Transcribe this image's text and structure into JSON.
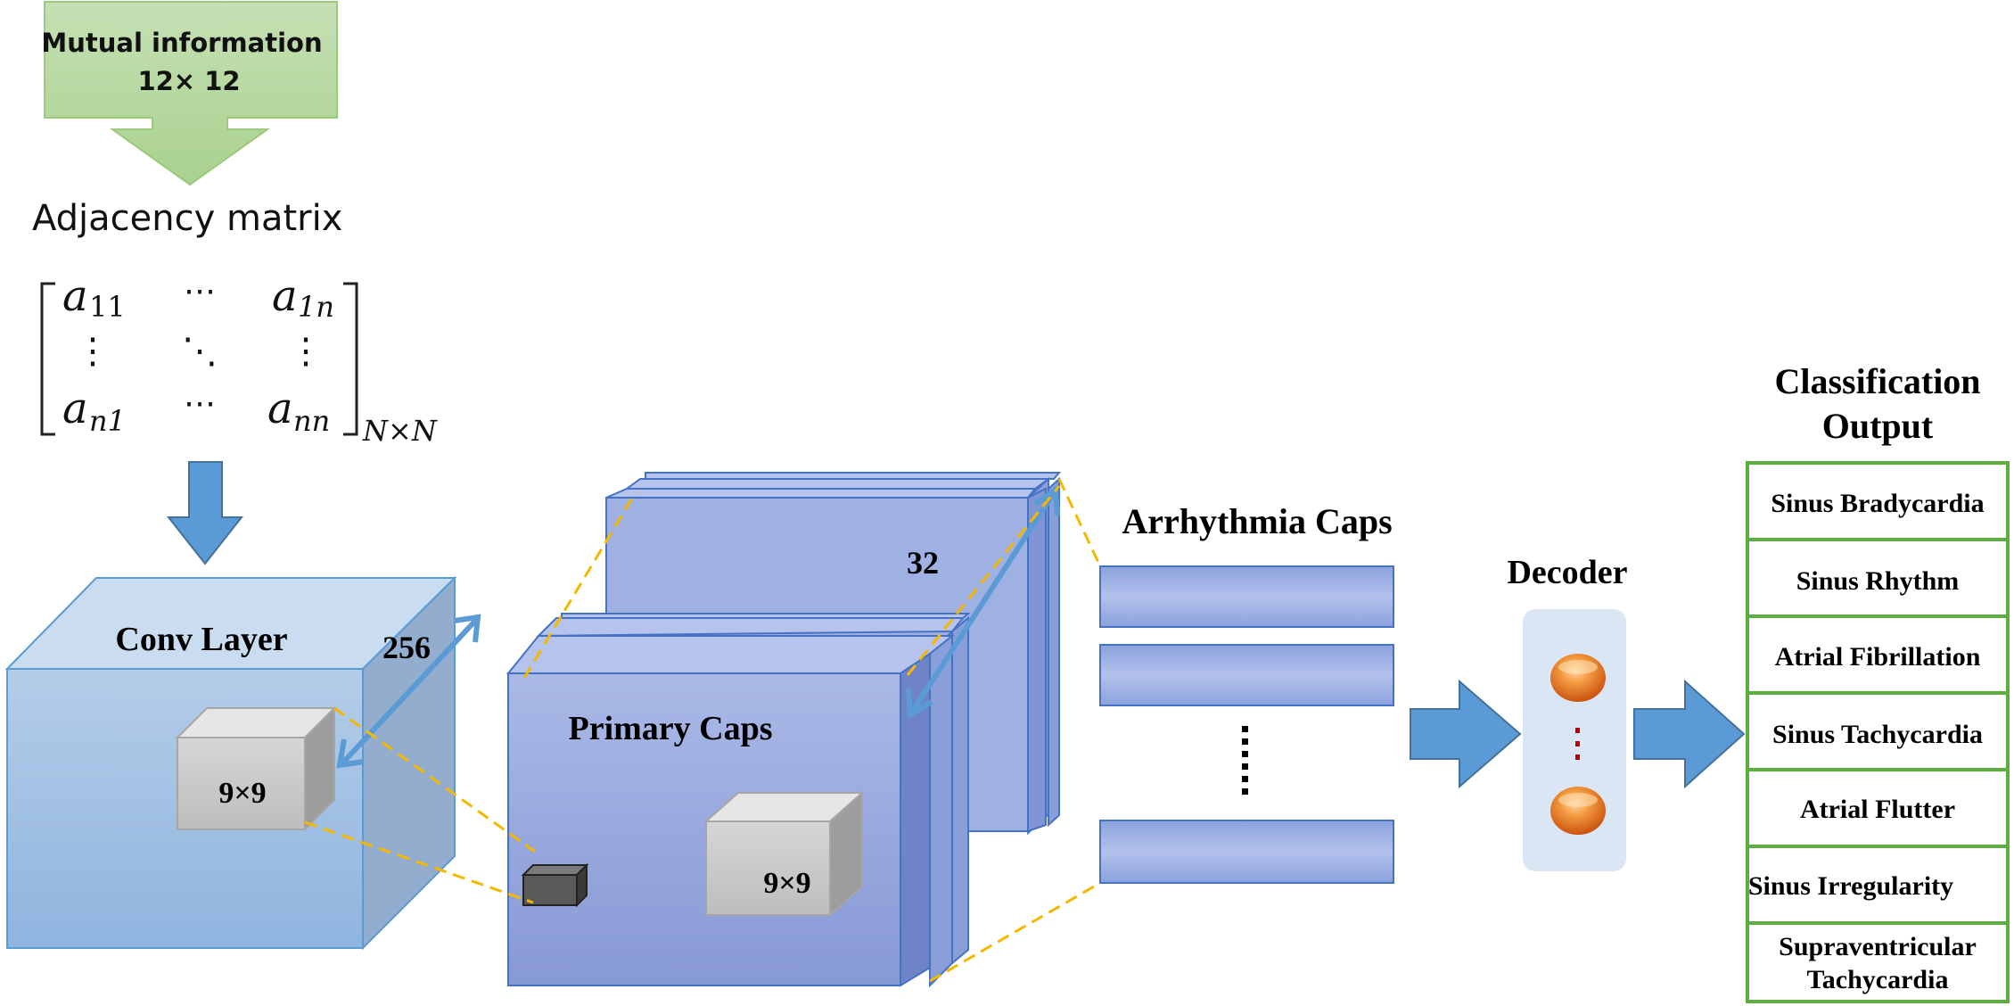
{
  "mutual_info": {
    "line1": "Mutual information",
    "line2": "12× 12"
  },
  "adjacency": {
    "title": "Adjacency matrix",
    "a11": "a",
    "a11_sub": "11",
    "a1n": "a",
    "a1n_sub": "1n",
    "an1": "a",
    "an1_sub": "n1",
    "ann": "a",
    "ann_sub": "nn",
    "hdots": "⋯",
    "vdots": "⋮",
    "ddots": "⋱",
    "size": "N×N"
  },
  "conv": {
    "title": "Conv Layer",
    "depth": "256",
    "kernel": "9×9"
  },
  "primary": {
    "title": "Primary Caps",
    "depth": "32",
    "kernel": "9×9"
  },
  "arrhythmia": {
    "title": "Arrhythmia Caps"
  },
  "decoder": {
    "title": "Decoder"
  },
  "classification": {
    "title_line1": "Classification",
    "title_line2": "Output",
    "classes": [
      "Sinus Bradycardia",
      "Sinus Rhythm",
      "Atrial Fibrillation",
      "Sinus Tachycardia",
      "Atrial Flutter",
      "Sinus Irregularity",
      [
        "Supraventricular",
        "Tachycardia"
      ]
    ]
  },
  "colors": {
    "green_box": "#a9d18e",
    "green_border": "#70ad47",
    "blue_arrow": "#5b9bd5",
    "dashed_orange": "#f5b800",
    "orange_ball": "#e8701a",
    "output_border": "#5cae3f"
  }
}
